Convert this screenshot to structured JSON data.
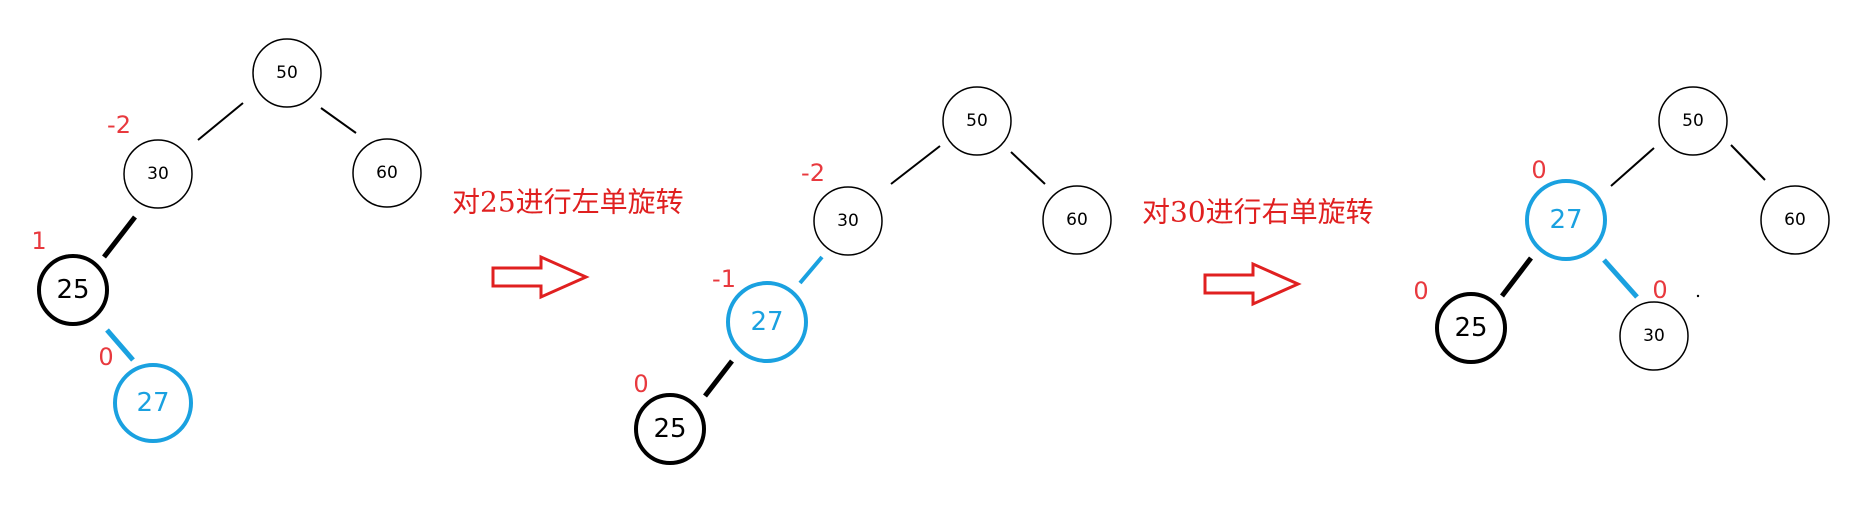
{
  "colors": {
    "default": "#000000",
    "highlight": "#1aa1e0",
    "balance_factor": "#e8393e",
    "arrow": "#e02020"
  },
  "steps": [
    {
      "label": "对25进行左单旋转"
    },
    {
      "label": "对30进行右单旋转"
    }
  ],
  "trees": [
    {
      "nodes": [
        {
          "id": "t1-50",
          "value": "50",
          "bf": ""
        },
        {
          "id": "t1-30",
          "value": "30",
          "bf": "-2"
        },
        {
          "id": "t1-60",
          "value": "60",
          "bf": ""
        },
        {
          "id": "t1-25",
          "value": "25",
          "bf": "1"
        },
        {
          "id": "t1-27",
          "value": "27",
          "bf": "0"
        }
      ]
    },
    {
      "nodes": [
        {
          "id": "t2-50",
          "value": "50",
          "bf": ""
        },
        {
          "id": "t2-30",
          "value": "30",
          "bf": "-2"
        },
        {
          "id": "t2-60",
          "value": "60",
          "bf": ""
        },
        {
          "id": "t2-27",
          "value": "27",
          "bf": "-1"
        },
        {
          "id": "t2-25",
          "value": "25",
          "bf": "0"
        }
      ]
    },
    {
      "nodes": [
        {
          "id": "t3-50",
          "value": "50",
          "bf": ""
        },
        {
          "id": "t3-27",
          "value": "27",
          "bf": "0"
        },
        {
          "id": "t3-60",
          "value": "60",
          "bf": ""
        },
        {
          "id": "t3-25",
          "value": "25",
          "bf": "0"
        },
        {
          "id": "t3-30",
          "value": "30",
          "bf": "0"
        }
      ]
    }
  ]
}
